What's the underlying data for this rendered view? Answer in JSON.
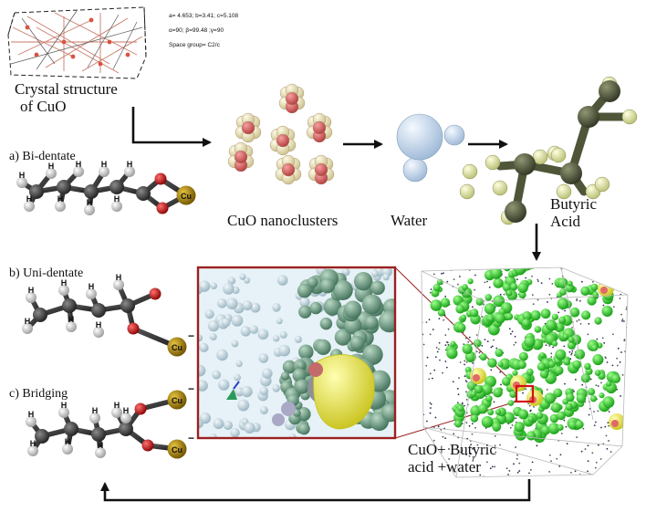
{
  "lattice_params": {
    "line1": "a= 4.653; b=3.41; c=5.108",
    "line2": "α=90; β=99.48 ;γ=90",
    "line3": "Space group= C2/c"
  },
  "crystal": {
    "line1": "Crystal structure",
    "line2": "of CuO"
  },
  "nanoclusters_label": "CuO nanoclusters",
  "water_label": "Water",
  "butyric": {
    "line1": "Butyric",
    "line2": "Acid"
  },
  "mixture": {
    "line1": "CuO+ Butyric",
    "line2": "acid +water"
  },
  "modes": {
    "bidentate": "a)  Bi-dentate",
    "unidentate": "b)  Uni-dentate",
    "bridging": "c)   Bridging"
  },
  "atoms": {
    "hydrogen": "H",
    "copper": "Cu",
    "minus": "−"
  },
  "colors": {
    "carbon": "#3d3d3d",
    "oxygen": "#d01818",
    "copper": "#b8900a",
    "hydrogen": "#e8e8e8",
    "cluster_shell": "#f3ecc2",
    "cluster_core": "#d96a6a",
    "water": "#c9dcf0",
    "butyric_dark": "#4e5538",
    "butyric_light": "#e7ecaa",
    "solvent_green": "#22dd22",
    "zoom_frame": "#9b2020",
    "zoom_bg": "#dcebf3",
    "arrow": "#111111"
  }
}
